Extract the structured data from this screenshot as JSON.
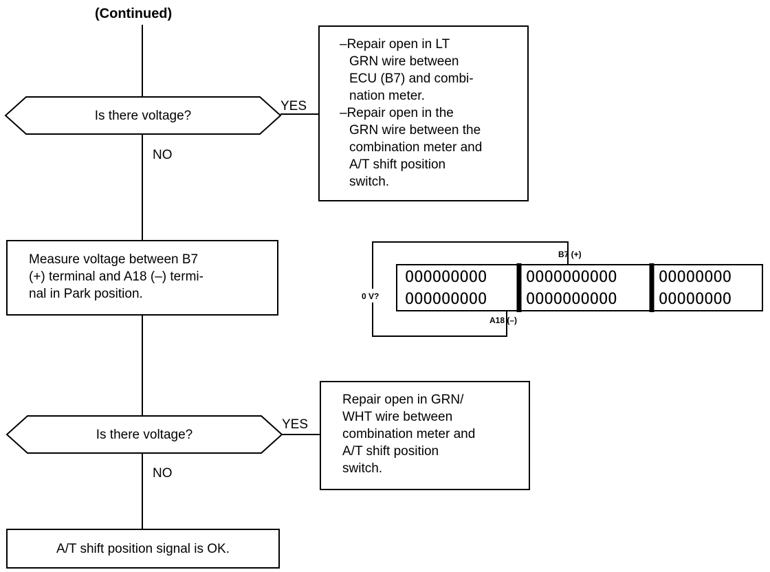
{
  "header": {
    "continued": "(Continued)"
  },
  "decision1": {
    "question": "Is there voltage?",
    "yes_label": "YES",
    "no_label": "NO"
  },
  "repair1": {
    "lines": [
      "–Repair open in LT",
      "GRN wire between",
      "ECU (B7) and combi-",
      "nation meter.",
      "–Repair open in the",
      "GRN wire between the",
      "combination meter and",
      "A/T shift position",
      "switch."
    ]
  },
  "measure": {
    "lines": [
      "Measure voltage between B7",
      "(+) terminal and A18 (–) termi-",
      "nal in Park position."
    ]
  },
  "connector": {
    "meter_label": "0 V?",
    "b7_label": "B7 (+)",
    "a18_label": "A18 (–)",
    "rows": [
      [
        "OOOOOOOOO",
        "OOOOOOOOOO",
        "OOOOOOOO"
      ],
      [
        "OOOOOOOOO",
        "OOOOOOOOOO",
        "OOOOOOOO"
      ]
    ]
  },
  "decision2": {
    "question": "Is there voltage?",
    "yes_label": "YES",
    "no_label": "NO"
  },
  "repair2": {
    "lines": [
      "Repair open in GRN/",
      "WHT wire between",
      "combination meter and",
      "A/T shift position",
      "switch."
    ]
  },
  "result": {
    "text": "A/T shift position signal is OK."
  }
}
